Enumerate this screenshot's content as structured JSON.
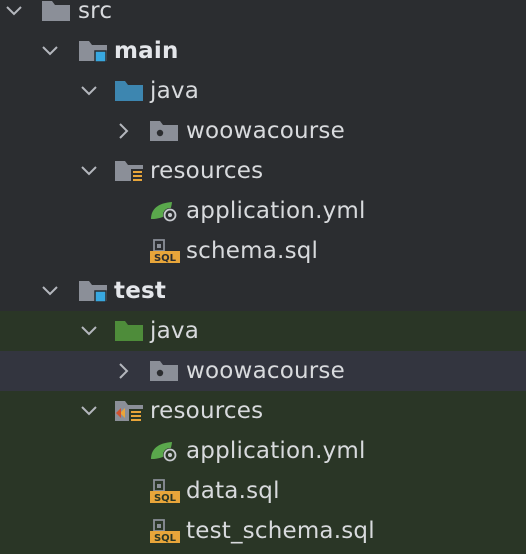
{
  "tree": {
    "src": "src",
    "main": "main",
    "main_java": "java",
    "main_java_pkg": "woowacourse",
    "main_resources": "resources",
    "main_app_yml": "application.yml",
    "main_schema": "schema.sql",
    "test": "test",
    "test_java": "java",
    "test_java_pkg": "woowacourse",
    "test_resources": "resources",
    "test_app_yml": "application.yml",
    "test_data": "data.sql",
    "test_schema": "test_schema.sql"
  },
  "file_badges": {
    "sql": "SQL"
  },
  "colors": {
    "background": "#2b2d30",
    "test_background": "#2a3626",
    "selected_background": "#33353f",
    "folder_grey": "#8b8f98",
    "source_folder_blue": "#3d86b0",
    "test_folder_green": "#4e8c3a",
    "module_marker_blue": "#38a8e0",
    "resource_marker_orange": "#e8a53a",
    "spring_green": "#5aa84c",
    "text": "#d8dadd"
  }
}
